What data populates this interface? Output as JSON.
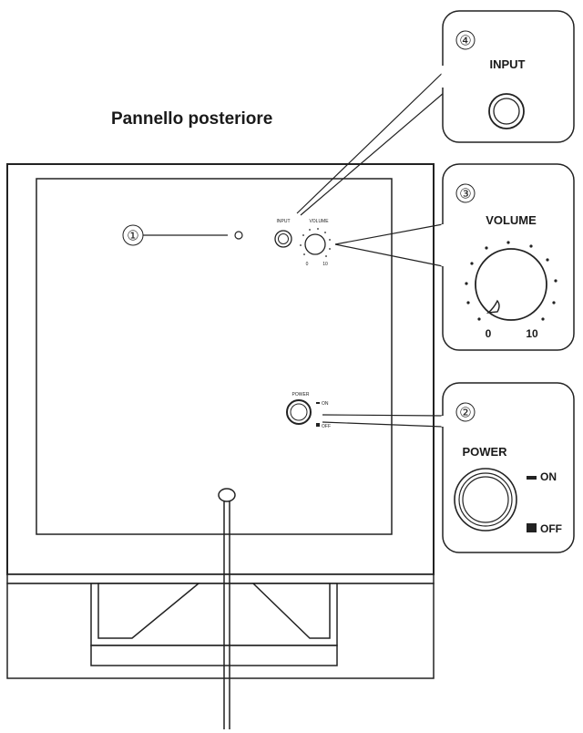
{
  "title": "Pannello posteriore",
  "callouts": {
    "c1": {
      "number": "①"
    },
    "c2": {
      "number": "②",
      "label": "POWER",
      "on": "ON",
      "off": "OFF"
    },
    "c3": {
      "number": "③",
      "label": "VOLUME",
      "min": "0",
      "max": "10"
    },
    "c4": {
      "number": "④",
      "label": "INPUT"
    }
  },
  "panel": {
    "input_label": "INPUT",
    "volume_label": "VOLUME",
    "vol_min": "0",
    "vol_max": "10",
    "power_label": "POWER",
    "power_on": "ON",
    "power_off": "OFF"
  }
}
